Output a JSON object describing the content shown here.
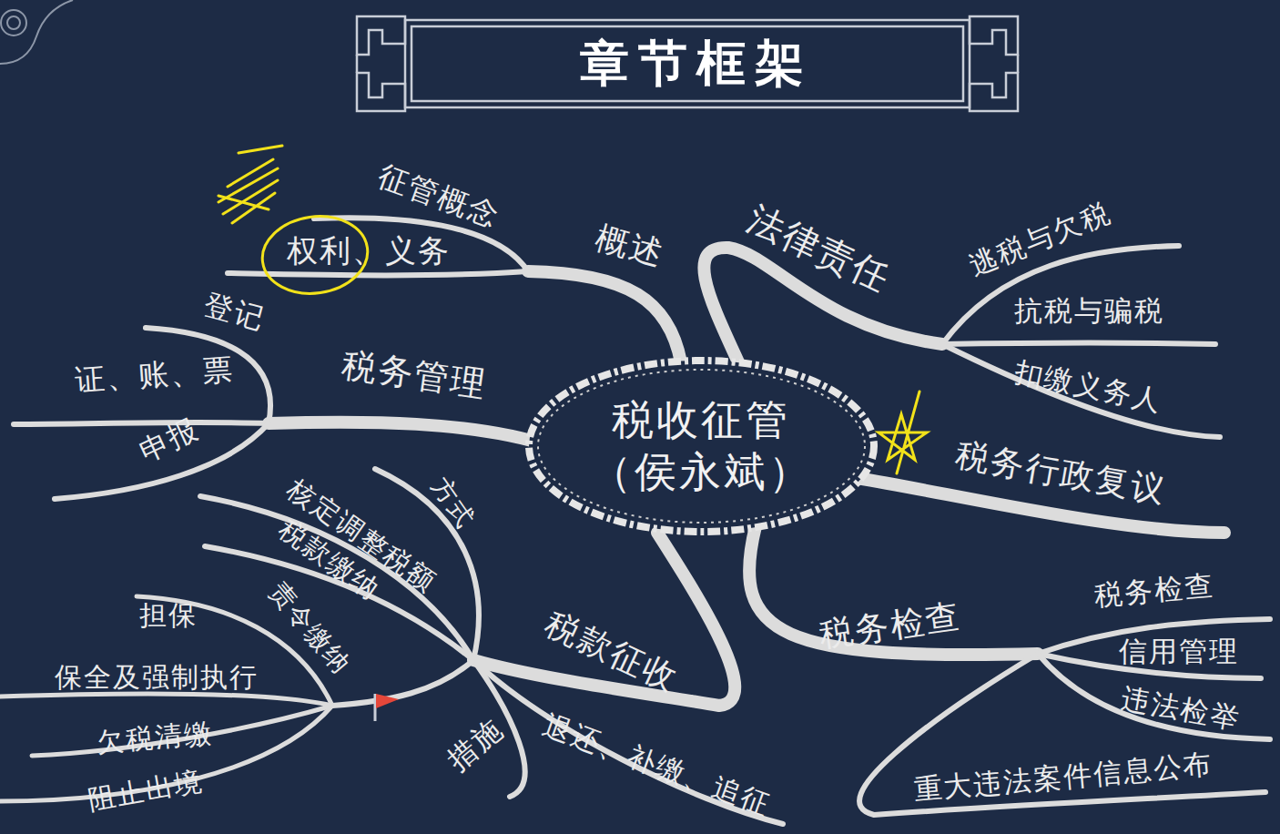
{
  "diagram": {
    "title": "章节框架",
    "nodes": [
      {
        "text": [
          "税收征管 （侯永斌）"
        ]
      }
    ],
    "labels": [
      "征管概念",
      "权利、义务",
      "概述",
      "登记",
      "证、账、票",
      "申报",
      "税务管理",
      "法律责任",
      "逃税与欠税",
      "抗税与骗税",
      "扣缴义务人",
      "税务行政复议",
      "核定调整税额",
      "方式",
      "税款缴纳",
      "责令缴纳",
      "担保",
      "保全及强制执行",
      "欠税清缴",
      "阻止出境",
      "措施",
      "税款征收",
      "退还、补缴、追征",
      "税务检查",
      "税务检查",
      "信用管理",
      "违法检举",
      "重大违法案件信息公布"
    ]
  }
}
